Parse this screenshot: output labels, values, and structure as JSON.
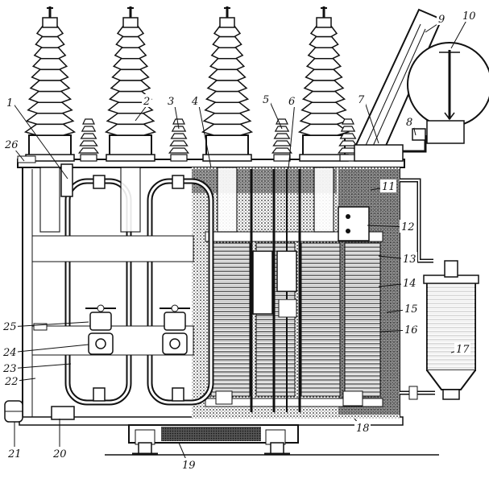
{
  "callouts": [
    "1",
    "2",
    "3",
    "4",
    "5",
    "6",
    "7",
    "8",
    "9",
    "10",
    "11",
    "12",
    "13",
    "14",
    "15",
    "16",
    "17",
    "18",
    "19",
    "20",
    "21",
    "22",
    "23",
    "24",
    "25",
    "26"
  ],
  "colors": {
    "ink": "#111111",
    "paper": "#ffffff",
    "shade": "#3a3a3a"
  }
}
